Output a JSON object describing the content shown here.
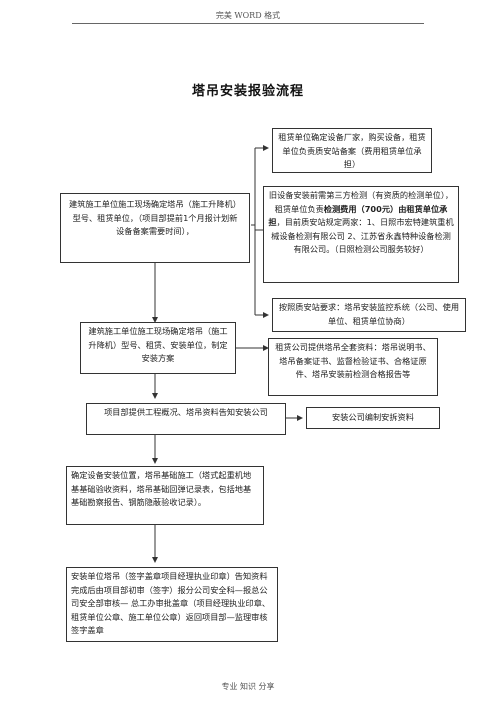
{
  "header": "完美 WORD 格式",
  "title": "塔吊安装报验流程",
  "footer": "专业 知识 分享",
  "boxes": {
    "lessor": "租赁单位确定设备厂家，购买设备，租赁单位负责质安站备案（费用租赁单位承担）",
    "construction_confirm": "建筑施工单位施工现场确定塔吊（施工升降机）型号、租赁单位，（项目部提前1个月报计划新设备备案需要时间），",
    "third_party_a": "旧设备安装前需第三方检测（有资质的检测单位），租赁单位负责",
    "third_party_strong": "检测费用（700元）由租赁单位承担",
    "third_party_b": "，目前质安站规定两家：1、日照市宏特建筑重机械设备检测有限公司 2、江苏省永鑫特种设备检测有限公司。（日照检测公司服务较好）",
    "monitoring": "按照质安站要求：塔吊安装监控系统（公司、使用单位、租赁单位协商）",
    "plan": "建筑施工单位施工现场确定塔吊（施工升降机）型号、租赁、安装单位，制定安装方案",
    "documents": "租赁公司提供塔吊全套资料：塔吊说明书、塔吊备案证书、监督检验证书、合格证原件、塔吊安装前检测合格报告等",
    "overview": "项目部提供工程概况、塔吊资料告知安装公司",
    "install_docs": "安装公司编制安拆资料",
    "foundation": "确定设备安装位置，塔吊基础施工（塔式起重机地基基础验收资料，塔吊基础回弹记录表，包括地基基础勘察报告、钢筋隐蔽验收记录）。",
    "approval": "安装单位塔吊（签字盖章项目经理执业印章）告知资料完成后由项目部初审（签字）报分公司安全科—报总公司安全部审核— 总工办审批盖章（项目经理执业印章、租赁单位公章、施工单位公章）返回项目部—监理审核签字盖章"
  }
}
